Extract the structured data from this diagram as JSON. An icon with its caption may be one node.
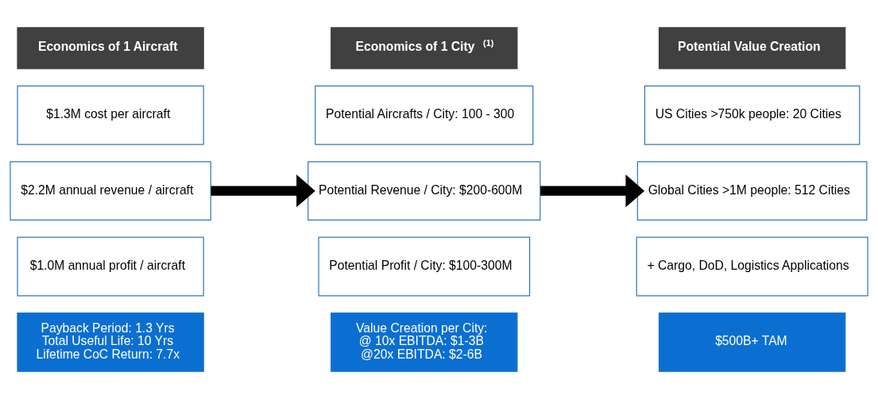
{
  "diagram": {
    "nodes": [
      {
        "text": [
          "Economics of 1 Aircraft"
        ]
      },
      {
        "text": [
          "$1.3M cost per aircraft"
        ]
      },
      {
        "text": [
          "$2.2M annual revenue / aircraft"
        ]
      },
      {
        "text": [
          "$1.0M annual profit / aircraft"
        ]
      },
      {
        "text": [
          "Payback Period: 1.3 Yrs",
          "Total Useful Life: 10 Yrs",
          "Lifetime CoC Return: 7.7x"
        ]
      },
      {
        "text": [
          "Economics of 1 City $^{(1)}$"
        ]
      },
      {
        "text": [
          "Potential Aircrafts / City: 100 - 300"
        ]
      },
      {
        "text": [
          "Potential Revenue / City: $200-600M"
        ]
      },
      {
        "text": [
          "Potential Profit / City: $100-300M"
        ]
      },
      {
        "text": [
          "Value Creation per City:",
          "@ 10x EBITDA: $1-3B",
          "@20x EBITDA: $2-6B"
        ]
      },
      {
        "text": [
          "Potential Value Creation"
        ]
      },
      {
        "text": [
          "US Cities >750k people: 20 Cities"
        ]
      },
      {
        "text": [
          "Global Cities >1M people: 512 Cities"
        ]
      },
      {
        "text": [
          "+ Cargo, DoD, Logistics Applications"
        ]
      },
      {
        "text": [
          "$500B+ TAM"
        ]
      }
    ],
    "edges": [
      {
        "from": 2,
        "to": 7,
        "arrow": "to"
      },
      {
        "from": 7,
        "to": 12,
        "arrow": "to"
      }
    ]
  }
}
